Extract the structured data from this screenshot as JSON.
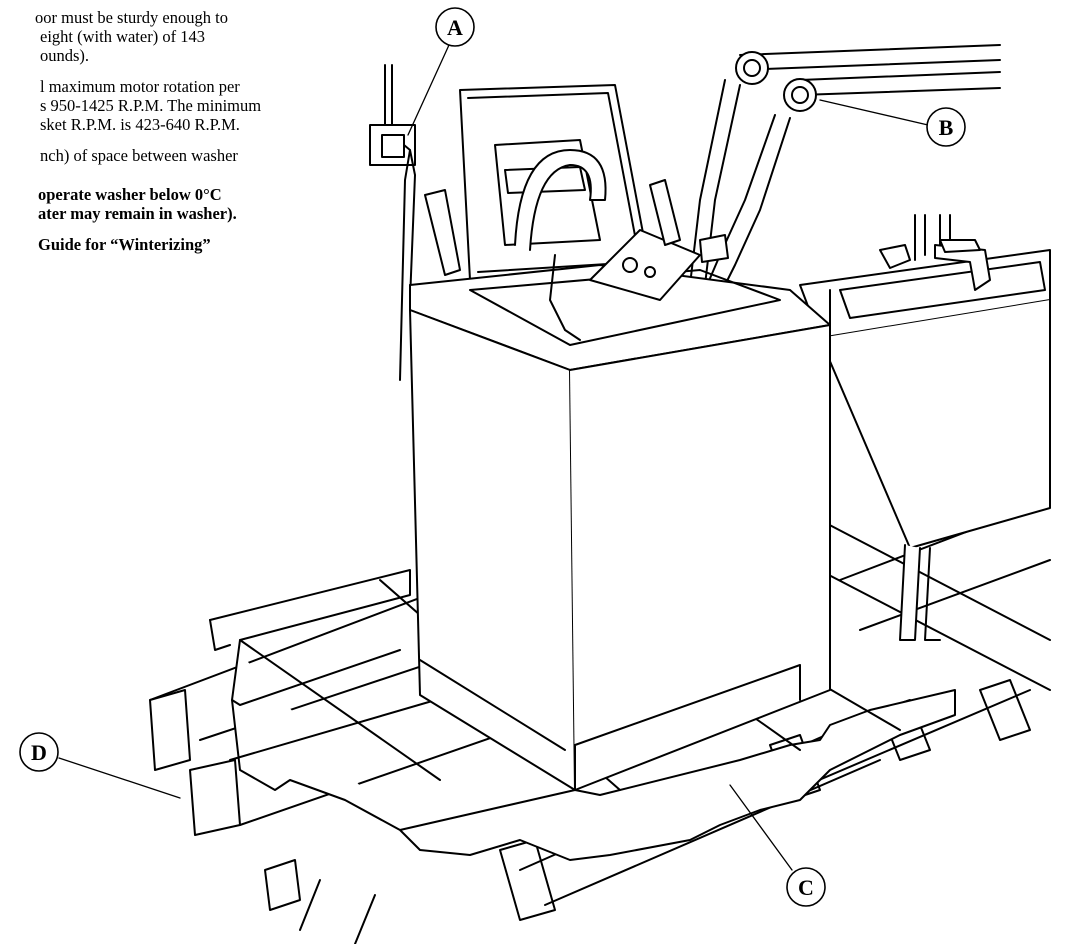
{
  "text": {
    "p1": [
      "oor must be sturdy enough to",
      "eight (with water) of 143",
      "ounds)."
    ],
    "p2": [
      "l maximum motor rotation per",
      "s 950-1425 R.P.M. The minimum",
      "sket R.P.M. is 423-640 R.P.M."
    ],
    "p3": [
      "nch) of space between washer"
    ],
    "p4": [
      "operate washer below 0°C",
      "ater may remain in washer)."
    ],
    "p5": [
      "Guide for “Winterizing”"
    ]
  },
  "callouts": {
    "a": "A",
    "b": "B",
    "c": "C",
    "d": "D"
  }
}
